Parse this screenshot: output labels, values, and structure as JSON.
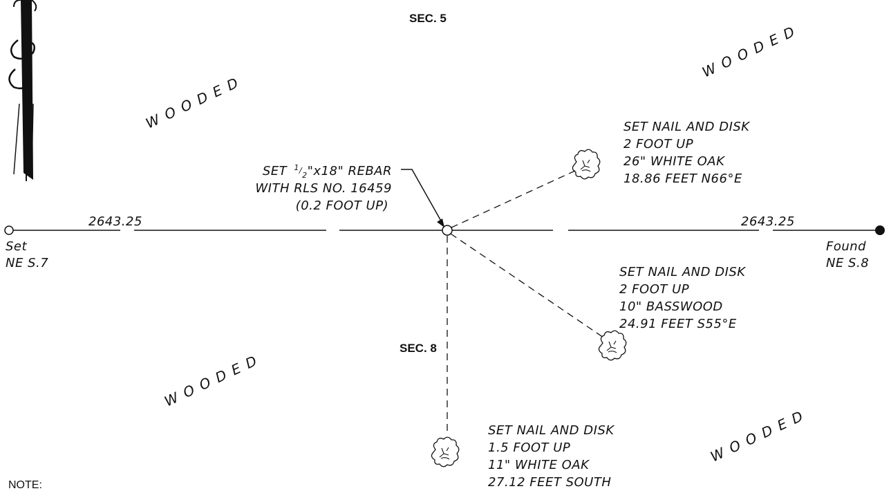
{
  "sections": {
    "north": "SEC. 5",
    "south": "SEC. 8"
  },
  "wooded_label": "WOODED",
  "distances": {
    "west": "2643.25",
    "east": "2643.25"
  },
  "corners": {
    "west": {
      "line1": "Set",
      "line2": "NE S.7"
    },
    "east": {
      "line1": "Found",
      "line2": "NE S.8"
    }
  },
  "rebar": {
    "line1_prefix": "SET ",
    "fraction_num": "1",
    "fraction_den": "2",
    "line1_suffix": "\"x18\" REBAR",
    "line2": "WITH RLS NO. 16459",
    "line3": "(0.2 FOOT UP)"
  },
  "witness_trees": {
    "ne": [
      "SET NAIL AND DISK",
      "2 FOOT UP",
      "26\" WHITE OAK",
      "18.86 FEET N66°E"
    ],
    "se": [
      "SET NAIL AND DISK",
      "2 FOOT UP",
      "10\" BASSWOOD",
      "24.91 FEET S55°E"
    ],
    "s": [
      "SET NAIL AND DISK",
      "1.5 FOOT UP",
      "11\" WHITE OAK",
      "27.12 FEET SOUTH"
    ]
  },
  "note_label": "NOTE:",
  "icons": {
    "north_arrow": "north-arrow-icon",
    "tree": "tree-symbol-icon"
  },
  "colors": {
    "ink": "#111111",
    "background": "#ffffff"
  }
}
